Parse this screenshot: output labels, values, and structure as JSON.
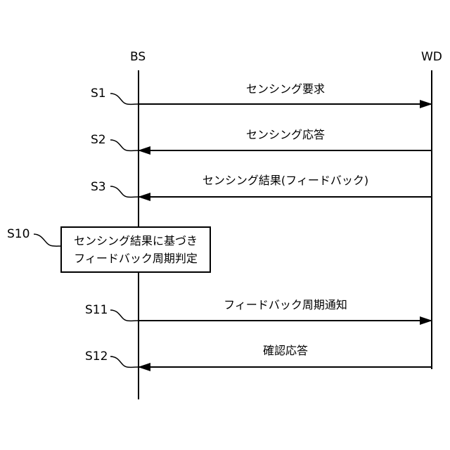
{
  "lifelines": {
    "bs": "BS",
    "wd": "WD"
  },
  "steps": {
    "s1": {
      "id": "S1",
      "message": "センシング要求"
    },
    "s2": {
      "id": "S2",
      "message": "センシング応答"
    },
    "s3": {
      "id": "S3",
      "message": "センシング結果(フィードバック)"
    },
    "s10": {
      "id": "S10",
      "note_line1": "センシング結果に基づき",
      "note_line2": "フィードバック周期判定"
    },
    "s11": {
      "id": "S11",
      "message": "フィードバック周期通知"
    },
    "s12": {
      "id": "S12",
      "message": "確認応答"
    }
  },
  "colors": {
    "line": "#000000",
    "background": "#ffffff"
  }
}
